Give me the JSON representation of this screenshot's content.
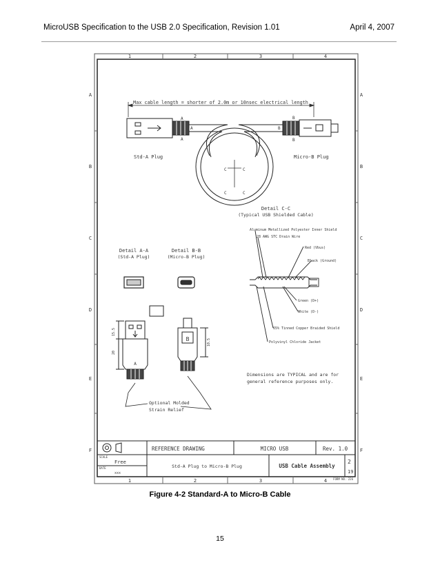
{
  "header": {
    "left": "MicroUSB Specification to the USB 2.0 Specification, Revision 1.01",
    "right": "April 4, 2007"
  },
  "drawing": {
    "col_labels": [
      "1",
      "2",
      "3",
      "4"
    ],
    "row_labels": [
      "A",
      "B",
      "C",
      "D",
      "E",
      "F"
    ],
    "max_length_note": "Max cable length = shorter of 2.0m or 10nsec electrical length",
    "std_a_label": "Std-A Plug",
    "micro_b_label": "Micro-B Plug",
    "section_letter": "C",
    "section_a": "A",
    "section_b": "B",
    "detail_cc_title": "Detail C-C",
    "detail_cc_sub": "(Typical USB Shielded Cable)",
    "detail_aa_title": "Detail A-A",
    "detail_aa_sub": "(Std-A Plug)",
    "detail_bb_title": "Detail B-B",
    "detail_bb_sub": "(Micro-B Plug)",
    "callouts": [
      "Aluminum Metallized Polyester Inner Shield",
      "28 AWG STC Drain Wire",
      "Red (Vbus)",
      "Black (Ground)",
      "Green (D+)",
      "White (D-)",
      "65% Tinned Copper Braided Shield",
      "Polyvinyl Chloride Jacket"
    ],
    "dim_15": "15.5",
    "dim_20": "20",
    "dim_10": "10.5",
    "plug_a_letter": "A",
    "plug_b_letter": "B",
    "typical_note_1": "Dimensions are TYPICAL and are for",
    "typical_note_2": "general reference purposes only.",
    "strain_relief_1": "Optional Molded",
    "strain_relief_2": "Strain Relief",
    "title_block": {
      "reference": "REFERENCE DRAWING",
      "project": "MICRO USB",
      "rev": "Rev. 1.0",
      "scale_label": "SCALE",
      "scale_value": "Free",
      "date_label": "DATE",
      "date_value": "xxx",
      "description": "Std-A Plug to Micro-B Plug",
      "title": "USB Cable Assembly",
      "sheet": "2",
      "of": "19",
      "form_no": "FORM NO. 226"
    }
  },
  "caption": "Figure 4-2 Standard-A to Micro-B Cable",
  "page_number": "15"
}
